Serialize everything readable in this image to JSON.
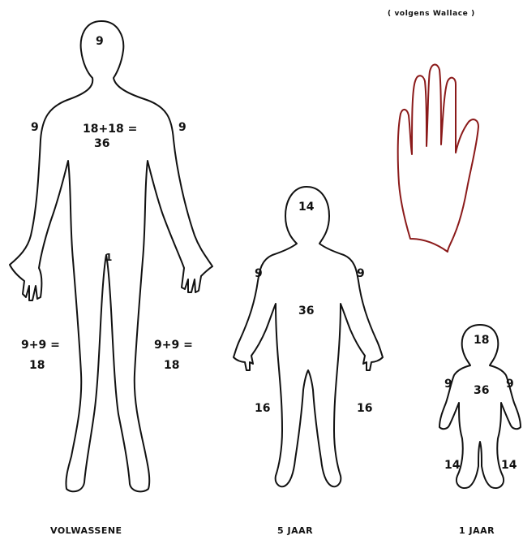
{
  "source_note": "( volgens  Wallace )",
  "adult": {
    "head": "9",
    "arm_left": "9",
    "arm_right": "9",
    "trunk_line1": "18+18 =",
    "trunk_line2": "36",
    "genital": "1",
    "leg_left_line1": "9+9 =",
    "leg_left_line2": "18",
    "leg_right_line1": "9+9 =",
    "leg_right_line2": "18",
    "caption": "VOLWASSENE"
  },
  "child5": {
    "head": "14",
    "arm_left": "9",
    "arm_right": "9",
    "trunk": "36",
    "leg_left": "16",
    "leg_right": "16",
    "caption": "5 JAAR"
  },
  "child1": {
    "head": "18",
    "arm_left": "9",
    "arm_right": "9",
    "trunk": "36",
    "leg_left": "14",
    "leg_right": "14",
    "caption": "1 JAAR"
  }
}
